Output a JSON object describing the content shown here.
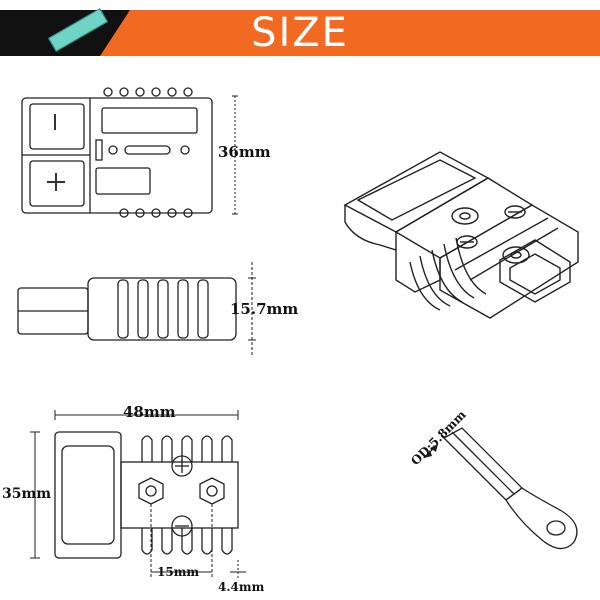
{
  "banner": {
    "title": "SIZE",
    "colors": {
      "orange": "#f26a21",
      "black": "#111111",
      "chip": "#6fd3c6"
    }
  },
  "dimensions": {
    "top_height": "36mm",
    "side_height": "15.7mm",
    "bottom_length": "48mm",
    "bottom_width": "35mm",
    "hole_spacing": "15mm",
    "edge_offset": "4.4mm",
    "contact_od": "OD:5.8mm"
  },
  "symbols": {
    "minus": "−",
    "plus": "+"
  }
}
